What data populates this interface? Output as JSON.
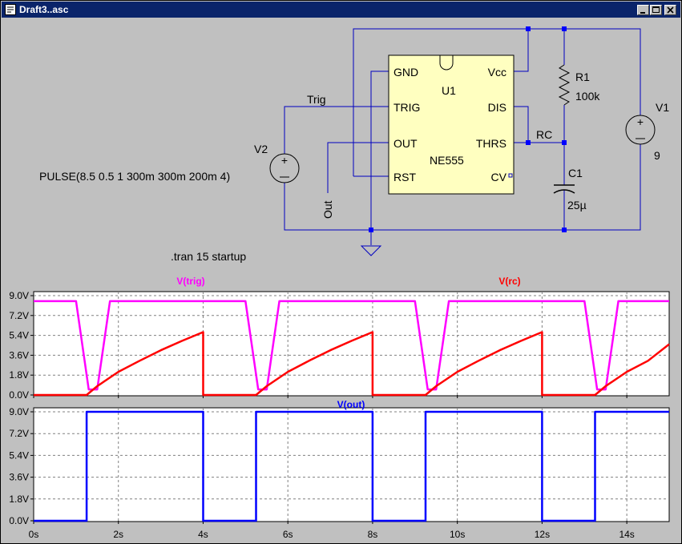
{
  "window": {
    "title": "Draft3..asc"
  },
  "controls": {
    "minimize": "minimize-icon",
    "maximize": "maximize-icon",
    "close": "close-icon"
  },
  "schematic": {
    "ic": {
      "name": "U1",
      "part": "NE555",
      "pins": {
        "gnd": "GND",
        "trig": "TRIG",
        "out": "OUT",
        "rst": "RST",
        "vcc": "Vcc",
        "dis": "DIS",
        "thrs": "THRS",
        "cv": "CV"
      }
    },
    "r1": {
      "name": "R1",
      "value": "100k"
    },
    "c1": {
      "name": "C1",
      "value": "25µ"
    },
    "v1": {
      "name": "V1",
      "value": "9"
    },
    "v2": {
      "name": "V2",
      "value": "PULSE(8.5 0.5 1 300m 300m 200m 4)"
    },
    "nets": {
      "trig": "Trig",
      "rc": "RC",
      "out": "Out"
    },
    "directive": ".tran 15 startup"
  },
  "chart_data": [
    {
      "type": "line",
      "title": "",
      "ylim": [
        0,
        9
      ],
      "xlim": [
        0,
        15
      ],
      "yticks": [
        "0.0V",
        "1.8V",
        "3.6V",
        "5.4V",
        "7.2V",
        "9.0V"
      ],
      "grid": true,
      "series": [
        {
          "name": "V(trig)",
          "color": "#ff00ff",
          "x": [
            0,
            1,
            1.3,
            1.5,
            1.8,
            5,
            5.3,
            5.5,
            5.8,
            9,
            9.3,
            9.5,
            9.8,
            13,
            13.3,
            13.5,
            13.8,
            15
          ],
          "y": [
            8.5,
            8.5,
            0.5,
            0.5,
            8.5,
            8.5,
            0.5,
            0.5,
            8.5,
            8.5,
            0.5,
            0.5,
            8.5,
            8.5,
            0.5,
            0.5,
            8.5,
            8.5
          ]
        },
        {
          "name": "V(rc)",
          "color": "#ff0000",
          "x": [
            0,
            1.25,
            1.5,
            2,
            2.5,
            3,
            3.5,
            4,
            4,
            5.25,
            5.5,
            6,
            6.5,
            7,
            7.5,
            8,
            8,
            9.25,
            9.5,
            10,
            10.5,
            11,
            11.5,
            12,
            12,
            13.25,
            13.5,
            14,
            14.5,
            15
          ],
          "y": [
            0,
            0,
            0.8,
            2.1,
            3.1,
            4.05,
            4.9,
            5.7,
            0,
            0,
            0.8,
            2.1,
            3.1,
            4.05,
            4.9,
            5.7,
            0,
            0,
            0.8,
            2.1,
            3.1,
            4.05,
            4.9,
            5.7,
            0,
            0,
            0.8,
            2.1,
            3.1,
            4.6
          ]
        }
      ]
    },
    {
      "type": "line",
      "title": "",
      "ylim": [
        0,
        9
      ],
      "xlim": [
        0,
        15
      ],
      "yticks": [
        "0.0V",
        "1.8V",
        "3.6V",
        "5.4V",
        "7.2V",
        "9.0V"
      ],
      "xticks": [
        "0s",
        "2s",
        "4s",
        "6s",
        "8s",
        "10s",
        "12s",
        "14s"
      ],
      "grid": true,
      "series": [
        {
          "name": "V(out)",
          "color": "#0000ff",
          "x": [
            0,
            1.25,
            1.25,
            4,
            4,
            5.25,
            5.25,
            8,
            8,
            9.25,
            9.25,
            12,
            12,
            13.25,
            13.25,
            15
          ],
          "y": [
            0,
            0,
            9,
            9,
            0,
            0,
            9,
            9,
            0,
            0,
            9,
            9,
            0,
            0,
            9,
            9
          ]
        }
      ]
    }
  ]
}
